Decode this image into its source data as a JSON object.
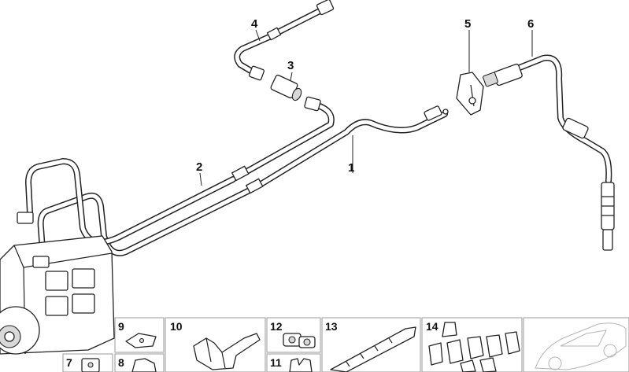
{
  "callouts": [
    {
      "id": "c1",
      "label": "1"
    },
    {
      "id": "c2",
      "label": "2"
    },
    {
      "id": "c3",
      "label": "3"
    },
    {
      "id": "c4",
      "label": "4"
    },
    {
      "id": "c5",
      "label": "5"
    },
    {
      "id": "c6",
      "label": "6"
    }
  ],
  "insets": [
    {
      "id": "i9",
      "label": "9"
    },
    {
      "id": "i10",
      "label": "10"
    },
    {
      "id": "i12",
      "label": "12"
    },
    {
      "id": "i13",
      "label": "13"
    },
    {
      "id": "i14",
      "label": "14"
    },
    {
      "id": "i7",
      "label": "7"
    },
    {
      "id": "i8",
      "label": "8"
    },
    {
      "id": "i11",
      "label": "11"
    }
  ]
}
